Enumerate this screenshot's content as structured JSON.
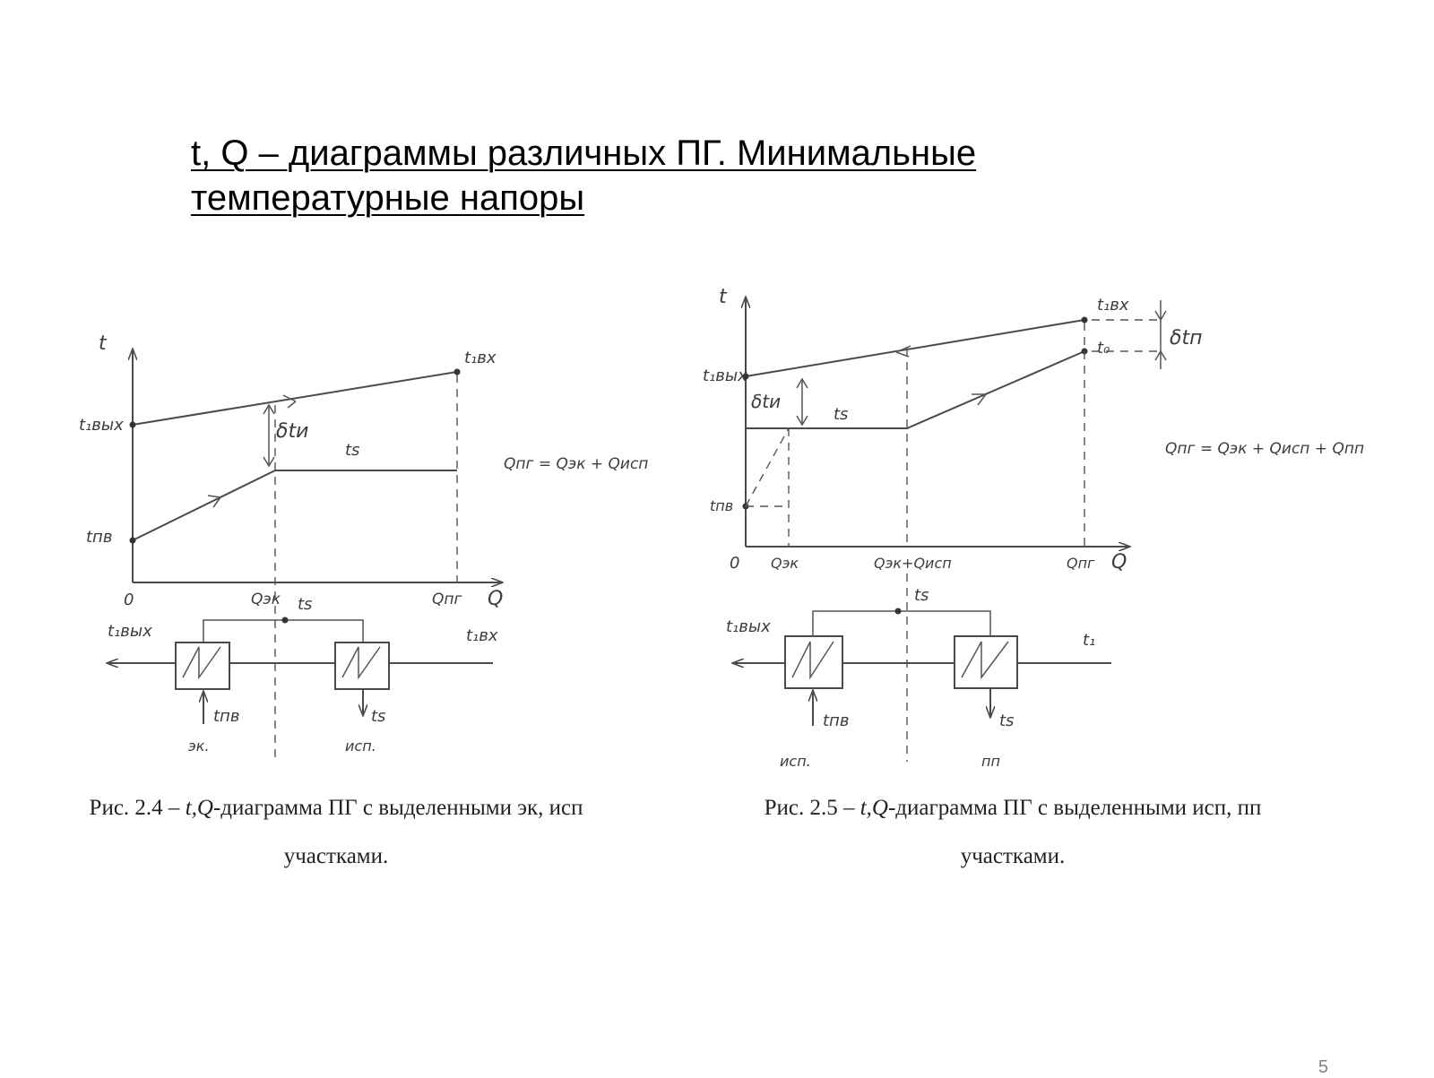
{
  "title": {
    "line1": "t, Q – диаграммы различных ПГ. Минимальные",
    "line2": "температурные напоры"
  },
  "figure1": {
    "labels": {
      "t_axis": "t",
      "q_axis": "Q",
      "origin": "0",
      "t1_out": "t₁вых",
      "t1_in": "t₁вх",
      "t_fw": "tпв",
      "ts": "ts",
      "delta_t": "δtи",
      "q_ek": "Qэк",
      "q_pg": "Qпг",
      "formula": "Qпг = Qэк + Qисп",
      "scheme_t1_out": "t₁вых",
      "scheme_t1_in": "t₁вх",
      "scheme_ts_top": "ts",
      "scheme_t_fw": "tпв",
      "scheme_ts_bottom": "ts",
      "unit_left": "эк.",
      "unit_right": "исп."
    },
    "caption": {
      "prefix": "Рис. 2.4 – ",
      "tq": "t,Q",
      "rest": "-диаграмма ПГ с выделенными эк, исп",
      "line2": "участками."
    }
  },
  "figure2": {
    "labels": {
      "t_axis": "t",
      "q_axis": "Q",
      "origin": "0",
      "t1_out": "t₁вых",
      "t1_in": "t₁вх",
      "t0": "t₀",
      "delta_tp": "δtп",
      "delta_ti": "δtи",
      "ts": "ts",
      "t_fw": "tпв",
      "q_ek": "Qэк",
      "q_ek_isp": "Qэк+Qисп",
      "q_pg": "Qпг",
      "formula": "Qпг = Qэк + Qисп + Qпп",
      "scheme_t1_out": "t₁вых",
      "scheme_t1_in": "t₁",
      "scheme_ts_top": "ts",
      "scheme_t_fw": "tпв",
      "scheme_ts_bottom": "ts",
      "unit_left": "исп.",
      "unit_right": "пп"
    },
    "caption": {
      "prefix": "Рис. 2.5 – ",
      "tq": "t,Q",
      "rest": "-диаграмма ПГ с выделенными исп, пп",
      "line2": "участками."
    }
  },
  "page_number": "5",
  "colors": {
    "ink": "#4a4a4a",
    "text": "#000000",
    "page_number": "#7f7f7f"
  }
}
